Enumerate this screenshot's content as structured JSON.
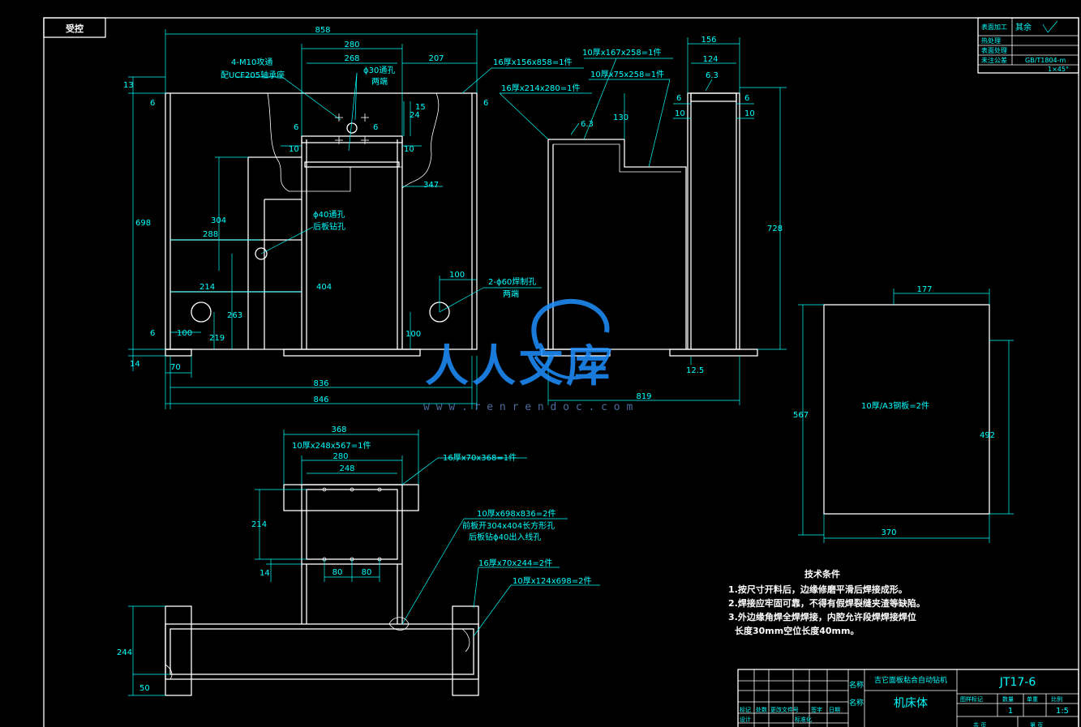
{
  "stamp": "受控",
  "dims": {
    "v1_858": "858",
    "v1_280": "280",
    "v1_268": "268",
    "v1_207": "207",
    "v1_13": "13",
    "v1_6a": "6",
    "v1_6b": "6",
    "v1_6c": "6",
    "v1_6d": "6",
    "v1_6e": "6",
    "v1_10a": "10",
    "v1_10b": "10",
    "v1_24": "24",
    "v1_15": "15",
    "v1_347": "347",
    "v1_698": "698",
    "v1_304": "304",
    "v1_288": "288",
    "v1_214": "214",
    "v1_404": "404",
    "v1_263": "263",
    "v1_219": "219",
    "v1_100a": "100",
    "v1_100b": "100",
    "v1_100c": "100",
    "v1_14": "14",
    "v1_70": "70",
    "v1_836": "836",
    "v1_846": "846",
    "v2_156": "156",
    "v2_124": "124",
    "v2_6a": "6",
    "v2_6b": "6",
    "v2_10a": "10",
    "v2_10b": "10",
    "v2_130": "130",
    "v2_728": "728",
    "v2_819": "819",
    "v2_r63a": "6.3",
    "v2_r63b": "6.3",
    "v2_r125": "12.5",
    "v3_368": "368",
    "v3_280": "280",
    "v3_248": "248",
    "v3_214": "214",
    "v3_14": "14",
    "v3_80a": "80",
    "v3_80b": "80",
    "v3_244": "244",
    "v3_50": "50",
    "v4_177": "177",
    "v4_567": "567",
    "v4_492": "492",
    "v4_370": "370"
  },
  "notes": {
    "m10": "4-M10攻通",
    "ucf": "配UCF205轴承座",
    "hole30": "ϕ30通孔",
    "both1": "两端",
    "hole40": "ϕ40通孔",
    "rear1": "后板钻孔",
    "hole60": "2-ϕ60焊制孔",
    "both2": "两端",
    "p1": "16厚x156x858=1件",
    "p2": "10厚x167x258=1件",
    "p3": "10厚x75x258=1件",
    "p4": "16厚x214x280=1件",
    "p5": "10厚x248x567=1件",
    "p6": "16厚x70x368=1件",
    "p7": "10厚x698x836=2件",
    "p7a": "前板开304x404长方形孔",
    "p7b": "后板钻ϕ40出入线孔",
    "p8": "16厚x70x244=2件",
    "p9": "10厚x124x698=2件",
    "plate": "10厚/A3钢板=2件"
  },
  "tech": {
    "title": "技术条件",
    "l1": "1.按尺寸开料后，边缘修磨平滑后焊接成形。",
    "l2": "2.焊接应牢固可靠，不得有假焊裂缝夹渣等缺陷。",
    "l3": "3.外边缘角焊全焊焊接，内腔允许段焊焊接焊位",
    "l4": "长度30mm空位长度40mm。"
  },
  "corner": {
    "r1a": "表面加工",
    "r1b": "其余",
    "r2": "热处理",
    "r3": "表面处理",
    "r4a": "未注公差",
    "r4b": "GB/T1804-m",
    "r5": "1×45°"
  },
  "title_block": {
    "company": "吉它面板粘合自动钻机",
    "part": "机床体",
    "drawing_no": "JT17-6",
    "h_mark": "图样标记",
    "h_qty": "数量",
    "h_weight": "单重",
    "h_scale": "比例",
    "qty": "1",
    "scale": "1:5",
    "sheet": "共  页",
    "page": "第  页",
    "mc1": "标记",
    "mc2": "处数",
    "mc3": "更改文件号",
    "mc4": "签字",
    "mc5": "日期",
    "design": "设计",
    "std": "标准化",
    "name_label": "名称",
    "name_label2": "名称"
  },
  "watermark": {
    "cn": "人人文库",
    "url": "w w w . r e n r e n d o c . c o m"
  }
}
